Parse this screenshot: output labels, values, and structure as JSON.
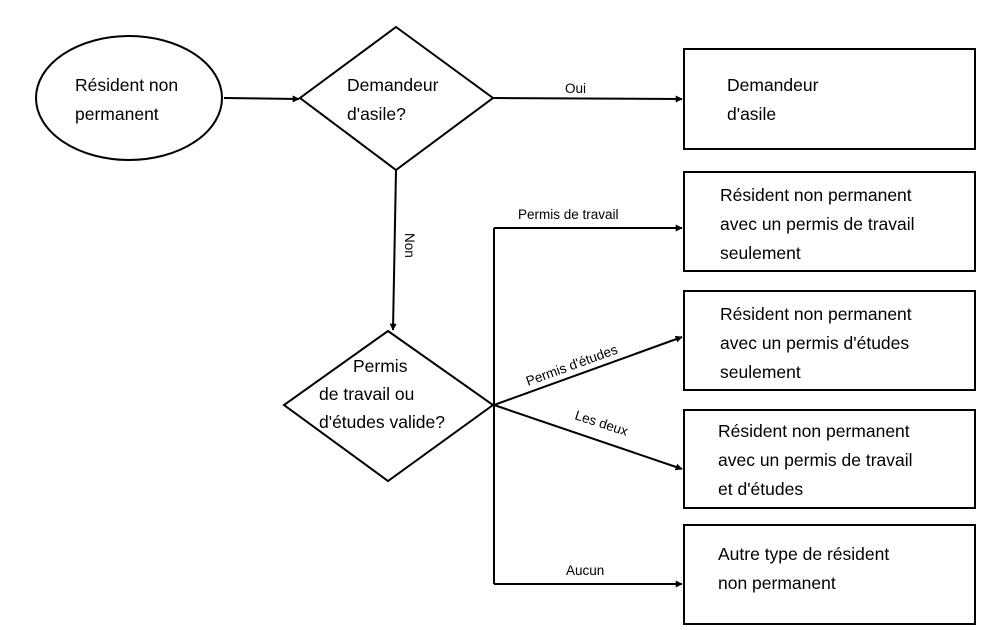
{
  "nodes": {
    "start": {
      "lines": [
        "Résident non",
        "permanent"
      ]
    },
    "q_asylum": {
      "lines": [
        "Demandeur",
        "d'asile?"
      ]
    },
    "r_asylum": {
      "lines": [
        "Demandeur",
        "d'asile"
      ]
    },
    "q_permit": {
      "lines": [
        "Permis",
        "de travail ou",
        "d'études valide?"
      ]
    },
    "r_work": {
      "lines": [
        "Résident non permanent",
        "avec un permis de travail",
        "seulement"
      ]
    },
    "r_study": {
      "lines": [
        "Résident non permanent",
        "avec un permis d'études",
        "seulement"
      ]
    },
    "r_both": {
      "lines": [
        "Résident non permanent",
        "avec un permis de travail",
        "et d'études"
      ]
    },
    "r_other": {
      "lines": [
        "Autre type de résident",
        "non permanent"
      ]
    }
  },
  "edges": {
    "oui": "Oui",
    "non": "Non",
    "work": "Permis de travail",
    "study": "Permis d'études",
    "both": "Les deux",
    "none": "Aucun"
  }
}
